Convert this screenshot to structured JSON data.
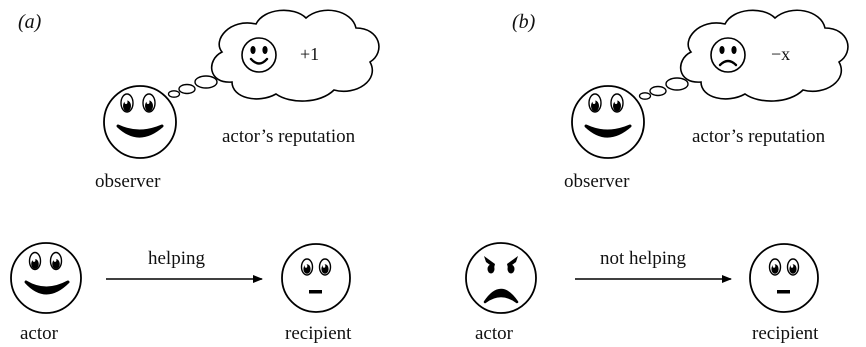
{
  "panels": [
    {
      "label": "(a)",
      "delta": "+1",
      "thought_label": "actor’s reputation",
      "observer_label": "observer",
      "actor_label": "actor",
      "recipient_label": "recipient",
      "action_label": "helping"
    },
    {
      "label": "(b)",
      "delta": "−x",
      "thought_label": "actor’s reputation",
      "observer_label": "observer",
      "actor_label": "actor",
      "recipient_label": "recipient",
      "action_label": "not helping"
    }
  ]
}
